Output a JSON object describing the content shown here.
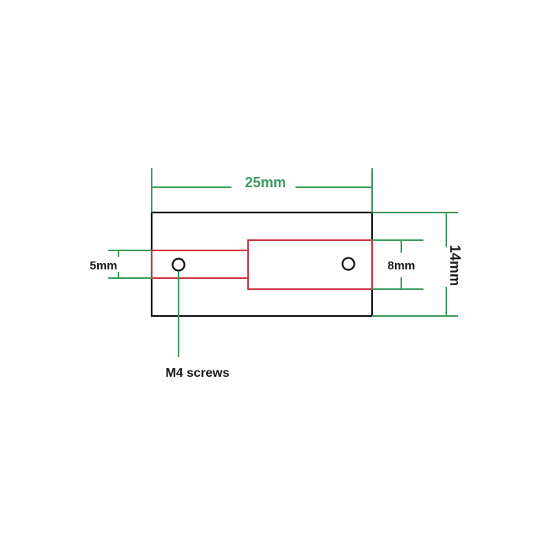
{
  "diagram": {
    "type": "dimensioned-part-drawing",
    "colors": {
      "outline": "#111111",
      "slot": "#d0343f",
      "dimension": "#3e9b5c",
      "label_dark": "#1a1a1a",
      "background": "#ffffff"
    },
    "labels": {
      "width": "25mm",
      "height": "14mm",
      "small_slot": "5mm",
      "large_slot": "8mm",
      "screws": "M4 screws"
    },
    "parts": {
      "outer_body": "outer-rectangle",
      "small_bore": "5mm-slot",
      "large_bore": "8mm-slot",
      "holes": [
        "left-screw-hole",
        "right-screw-hole"
      ]
    }
  }
}
